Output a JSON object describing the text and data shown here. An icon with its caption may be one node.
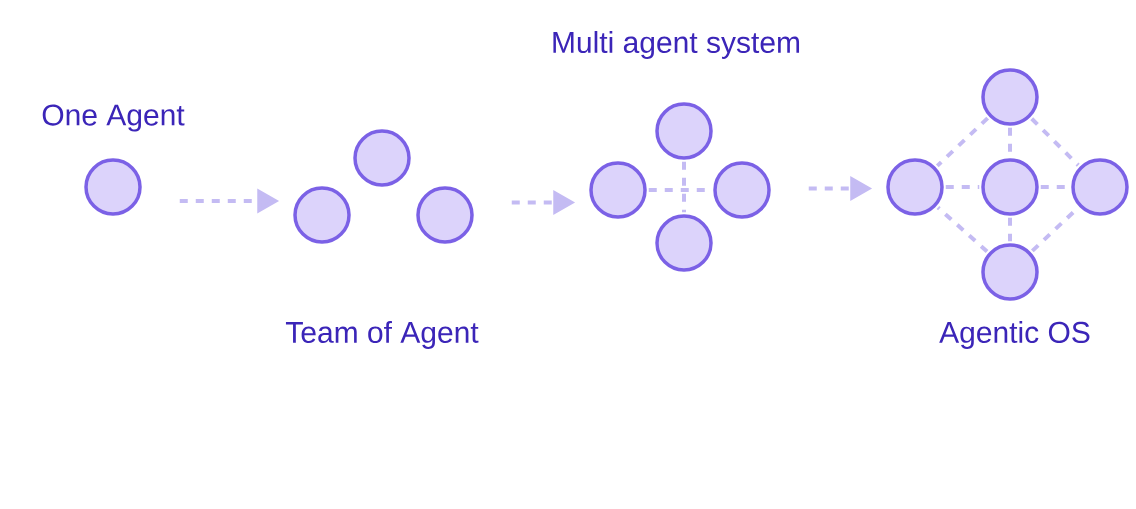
{
  "diagram": {
    "nodes": [
      {
        "text": [],
        "shape": "circle"
      },
      {
        "text": [],
        "shape": "circle"
      },
      {
        "text": [],
        "shape": "circle"
      },
      {
        "text": [],
        "shape": "circle"
      },
      {
        "text": [],
        "shape": "circle"
      },
      {
        "text": [],
        "shape": "circle"
      },
      {
        "text": [],
        "shape": "circle"
      },
      {
        "text": [],
        "shape": "circle"
      },
      {
        "text": [],
        "shape": "circle"
      },
      {
        "text": [],
        "shape": "circle"
      },
      {
        "text": [],
        "shape": "circle"
      },
      {
        "text": [],
        "shape": "circle"
      },
      {
        "text": [],
        "shape": "circle"
      }
    ],
    "edges": [
      {
        "from": 0,
        "to": 1,
        "arrow": "to",
        "style": "dashed"
      },
      {
        "from": 3,
        "to": 5,
        "arrow": "to",
        "style": "dashed"
      },
      {
        "from": 6,
        "to": 9,
        "arrow": "to",
        "style": "dashed"
      },
      {
        "from": 5,
        "to": 6,
        "arrow": "none",
        "style": "dashed"
      },
      {
        "from": 4,
        "to": 7,
        "arrow": "none",
        "style": "dashed"
      },
      {
        "from": 9,
        "to": 10,
        "arrow": "none",
        "style": "dashed"
      },
      {
        "from": 10,
        "to": 11,
        "arrow": "none",
        "style": "dashed"
      },
      {
        "from": 8,
        "to": 10,
        "arrow": "none",
        "style": "dashed"
      },
      {
        "from": 10,
        "to": 12,
        "arrow": "none",
        "style": "dashed"
      },
      {
        "from": 8,
        "to": 9,
        "arrow": "none",
        "style": "dashed"
      },
      {
        "from": 8,
        "to": 11,
        "arrow": "none",
        "style": "dashed"
      },
      {
        "from": 12,
        "to": 9,
        "arrow": "none",
        "style": "dashed"
      },
      {
        "from": 12,
        "to": 11,
        "arrow": "none",
        "style": "dashed"
      }
    ],
    "labels": [
      "Multi agent system",
      "One Agent",
      "Team of Agent",
      "Agentic OS"
    ]
  }
}
